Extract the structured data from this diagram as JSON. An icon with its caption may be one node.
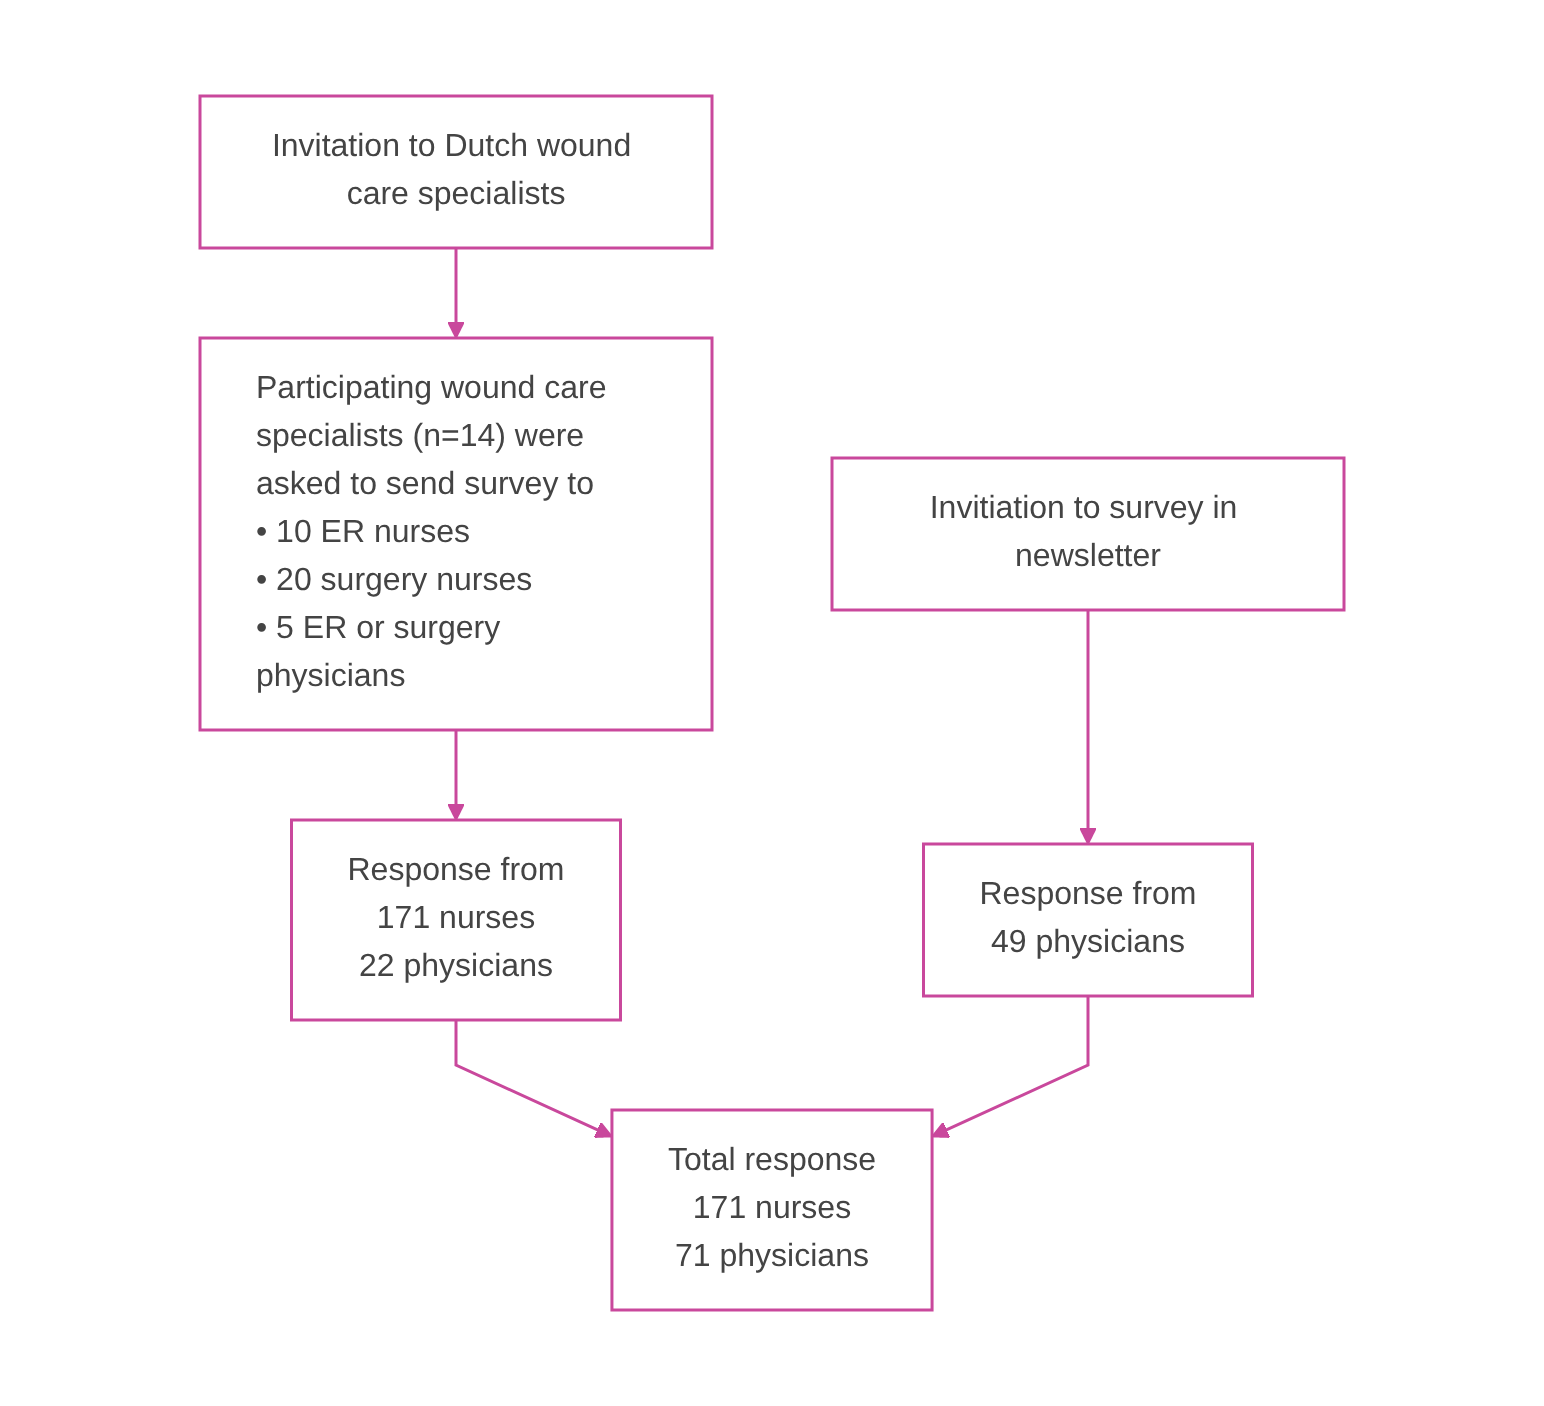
{
  "diagram": {
    "nodes": [
      {
        "text": [
          "Invitation to Dutch wound care specialists"
        ]
      },
      {
        "text": [
          "Participating wound care specialists (n=14) were asked to send survey to",
          "• 10 ER nurses",
          "• 20 surgery nurses",
          "• 5 ER or surgery physicians"
        ]
      },
      {
        "text": [
          "Invitiation to survey in newsletter"
        ]
      },
      {
        "text": [
          "Response from",
          "171 nurses",
          "22 physicians"
        ]
      },
      {
        "text": [
          "Response from",
          "49 physicians"
        ]
      },
      {
        "text": [
          "Total response",
          "171 nurses",
          "71 physicians"
        ]
      }
    ],
    "edges": [
      {
        "from": 0,
        "to": 1,
        "arrow": "to"
      },
      {
        "from": 1,
        "to": 3,
        "arrow": "to"
      },
      {
        "from": 2,
        "to": 4,
        "arrow": "to"
      },
      {
        "from": 3,
        "to": 5,
        "arrow": "to"
      },
      {
        "from": 4,
        "to": 5,
        "arrow": "to"
      }
    ]
  }
}
